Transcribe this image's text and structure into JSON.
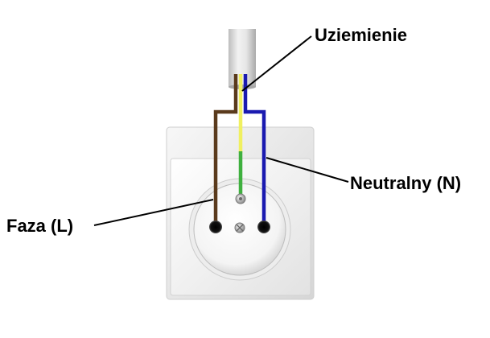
{
  "labels": {
    "ground": "Uziemienie",
    "neutral": "Neutralny (N)",
    "phase": "Faza (L)"
  },
  "wire_colors": {
    "phase": "#5a3a1c",
    "neutral": "#1a1ab0",
    "ground_green": "#3fb03f",
    "ground_yellow": "#f0f060"
  },
  "socket": {
    "plate_color": "#f4f4f4",
    "face_color": "#ffffff"
  }
}
